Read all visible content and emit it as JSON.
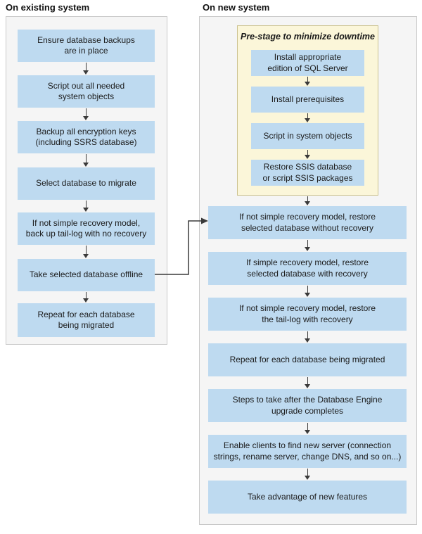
{
  "existing_system": {
    "title": "On existing system",
    "steps": [
      "Ensure database backups\nare in place",
      "Script out all needed\nsystem objects",
      "Backup all encryption keys\n(including SSRS database)",
      "Select database to migrate",
      "If not simple recovery model,\nback up tail-log with no recovery",
      "Take selected database offline",
      "Repeat for each database\nbeing migrated"
    ]
  },
  "new_system": {
    "title": "On new system",
    "prestage": {
      "title": "Pre-stage to minimize downtime",
      "steps": [
        "Install appropriate\nedition of SQL Server",
        "Install prerequisites",
        "Script in system objects",
        "Restore SSIS database\nor script SSIS packages"
      ]
    },
    "steps": [
      "If not simple recovery model, restore\nselected database without recovery",
      "If simple recovery model, restore\nselected database with recovery",
      "If not simple recovery model, restore\nthe tail-log with recovery",
      "Repeat for each database being migrated",
      "Steps to take after the Database Engine\nupgrade completes",
      "Enable clients to find new server (connection\nstrings, rename server, change DNS, and so on...)",
      "Take advantage of new features"
    ]
  },
  "colors": {
    "step-fill": "#bedaf0",
    "prestage-fill": "#fbf6d9",
    "prestage-border": "#cbc28f",
    "panel-fill": "#f5f5f5",
    "panel-border": "#c9c9c9",
    "connector": "#3a3a3a",
    "text": "#1b1b1b"
  }
}
